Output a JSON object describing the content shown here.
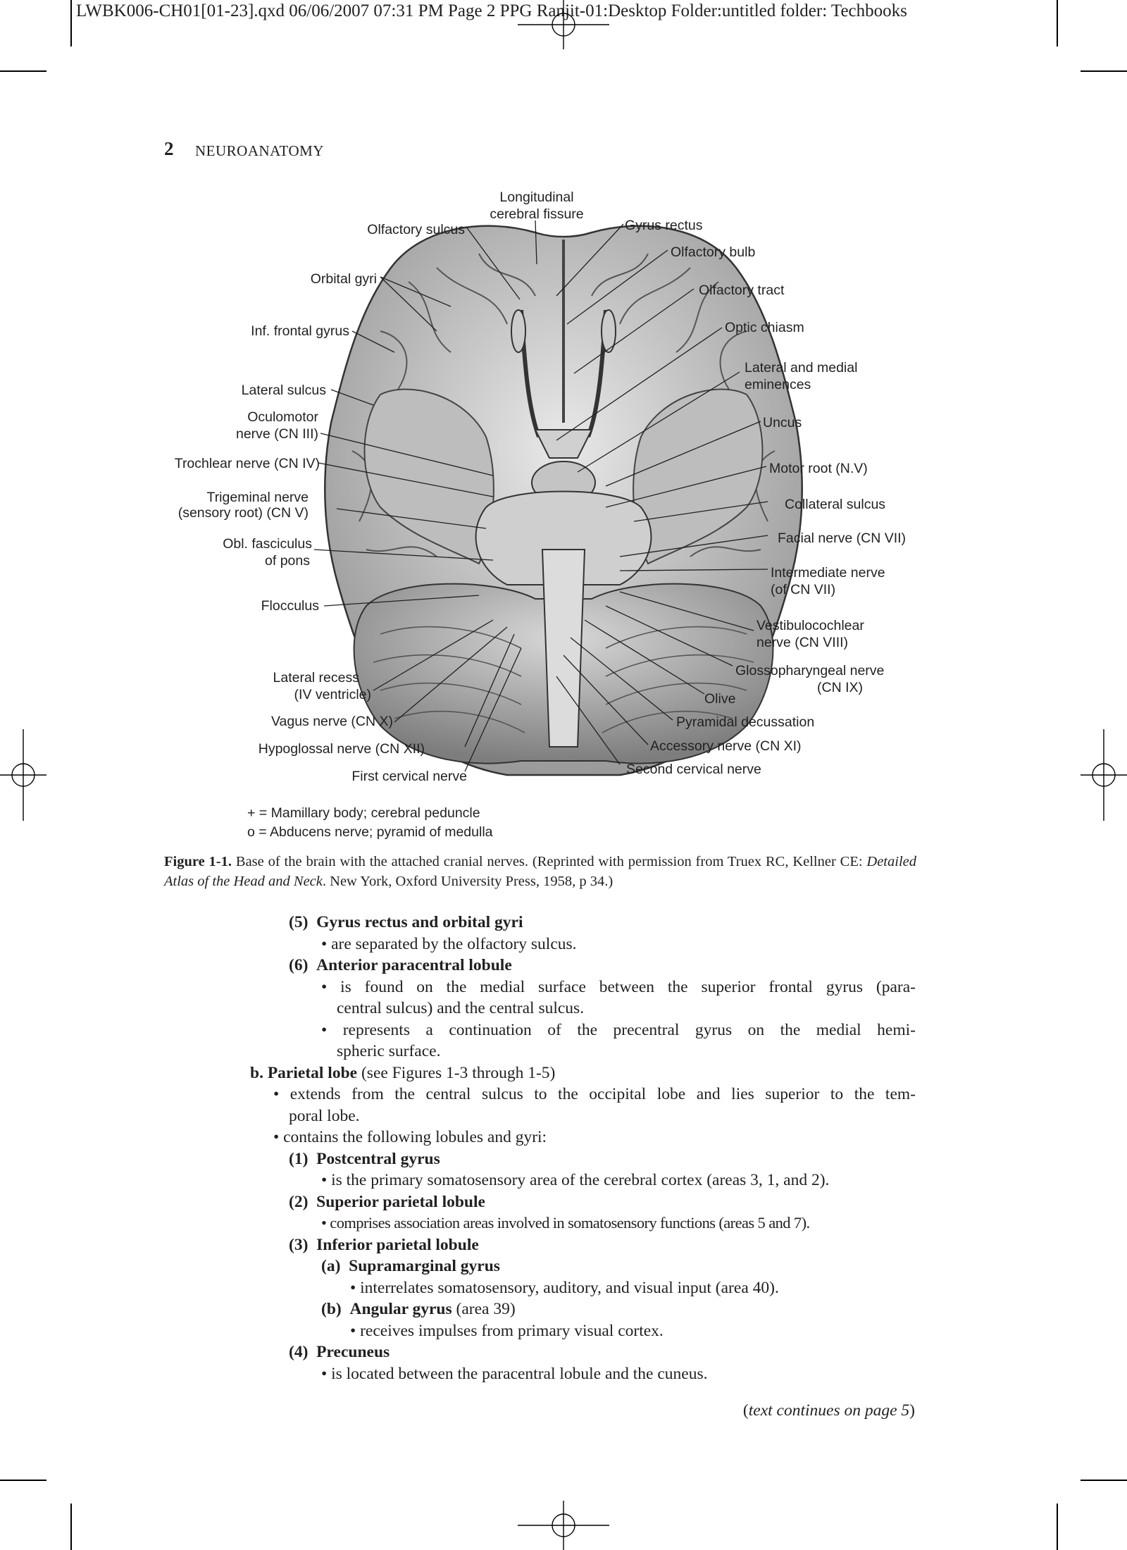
{
  "slug_line": "LWBK006-CH01[01-23].qxd  06/06/2007  07:31 PM  Page 2 PPG Ranjit-01:Desktop Folder:untitled folder: Techbooks",
  "page_number": "2",
  "running_head": "NEUROANATOMY",
  "figure": {
    "labels_left": [
      "Olfactory sulcus",
      "Orbital gyri",
      "Inf. frontal gyrus",
      "Lateral sulcus",
      "Oculomotor",
      "nerve (CN III)",
      "Trochlear nerve (CN IV)",
      "Trigeminal nerve",
      "(sensory root) (CN V)",
      "Obl. fasciculus",
      "of pons",
      "Flocculus",
      "Lateral recess",
      "(IV ventricle)",
      "Vagus nerve (CN X)",
      "Hypoglossal nerve (CN XII)",
      "First cervical nerve"
    ],
    "labels_top": [
      "Longitudinal",
      "cerebral fissure"
    ],
    "labels_right": [
      "Gyrus rectus",
      "Olfactory bulb",
      "Olfactory tract",
      "Optic chiasm",
      "Lateral and medial",
      "eminences",
      "Uncus",
      "Motor root (N.V)",
      "Collateral sulcus",
      "Facial nerve (CN VII)",
      "Intermediate nerve",
      "(of CN VII)",
      "Vestibulocochlear",
      "nerve (CN VIII)",
      "Glossopharyngeal nerve",
      "(CN IX)",
      "Olive",
      "Pyramidal decussation",
      "Accessory nerve (CN XI)",
      "Second cervical nerve"
    ],
    "legend": [
      "+ = Mamillary body; cerebral peduncle",
      "o = Abducens nerve; pyramid of medulla"
    ]
  },
  "caption": {
    "label": "Figure 1-1.",
    "text_1": "Base of the brain with the attached cranial nerves. (Reprinted with permission from Truex RC, Kellner CE: ",
    "italic": "Detailed Atlas of the Head and Neck",
    "text_2": ". New York, Oxford University Press, 1958, p 34.)"
  },
  "body": {
    "l1_num": "(5)",
    "l1_head": "Gyrus rectus and orbital gyri",
    "l2": "• are separated by the olfactory sulcus.",
    "l3_num": "(6)",
    "l3_head": "Anterior paracentral lobule",
    "l4": "• is found on the medial surface between the superior frontal gyrus (para-",
    "l5": "central sulcus) and the central sulcus.",
    "l6": "• represents a continuation of the precentral gyrus on the medial hemi-",
    "l7": "spheric surface.",
    "l8_letter": "b.",
    "l8_head": "Parietal lobe",
    "l8_rest": " (see Figures 1-3 through 1-5)",
    "l9": "• extends from the central sulcus to the occipital lobe and lies superior to the tem-",
    "l10": "poral lobe.",
    "l11": "• contains the following lobules and gyri:",
    "l12_num": "(1)",
    "l12_head": "Postcentral gyrus",
    "l13": "• is the primary somatosensory area of the cerebral cortex (areas 3, 1, and 2).",
    "l14_num": "(2)",
    "l14_head": "Superior parietal lobule",
    "l15": "• comprises association areas involved in somatosensory functions (areas 5 and 7).",
    "l16_num": "(3)",
    "l16_head": "Inferior parietal lobule",
    "l17_num": "(a)",
    "l17_head": "Supramarginal gyrus",
    "l18": "• interrelates somatosensory, auditory, and visual input (area 40).",
    "l19_num": "(b)",
    "l19_head": "Angular gyrus",
    "l19_rest": " (area 39)",
    "l20": "• receives impulses from primary visual cortex.",
    "l21_num": "(4)",
    "l21_head": "Precuneus",
    "l22": "• is located between the paracentral lobule and the cuneus."
  },
  "continues": {
    "open": "(",
    "italic": "text continues on page 5",
    "close": ")"
  }
}
